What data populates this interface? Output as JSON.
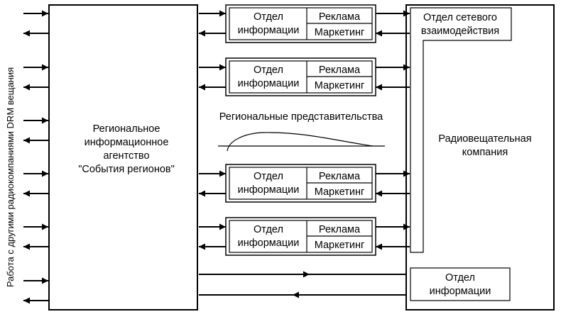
{
  "side_label": "Работа с другими радиокомпаниями DRM вещания",
  "agency": {
    "lines": [
      "Региональное",
      "информационное",
      "агентство",
      "\"События регионов\""
    ]
  },
  "broadcaster": {
    "lines": [
      "Радиовещательная",
      "компания"
    ]
  },
  "network_dept": {
    "lines": [
      "Отдел сетевого",
      "взаимодействия"
    ]
  },
  "info_dept": {
    "lines": [
      "Отдел",
      "информации"
    ]
  },
  "regional_offices_label": "Региональные представительства",
  "office_block": {
    "info_lines": [
      "Отдел",
      "информации"
    ],
    "ads_label": "Реклама",
    "marketing_label": "Маркетинг"
  },
  "colors": {
    "line": "#000000",
    "background": "#ffffff"
  }
}
